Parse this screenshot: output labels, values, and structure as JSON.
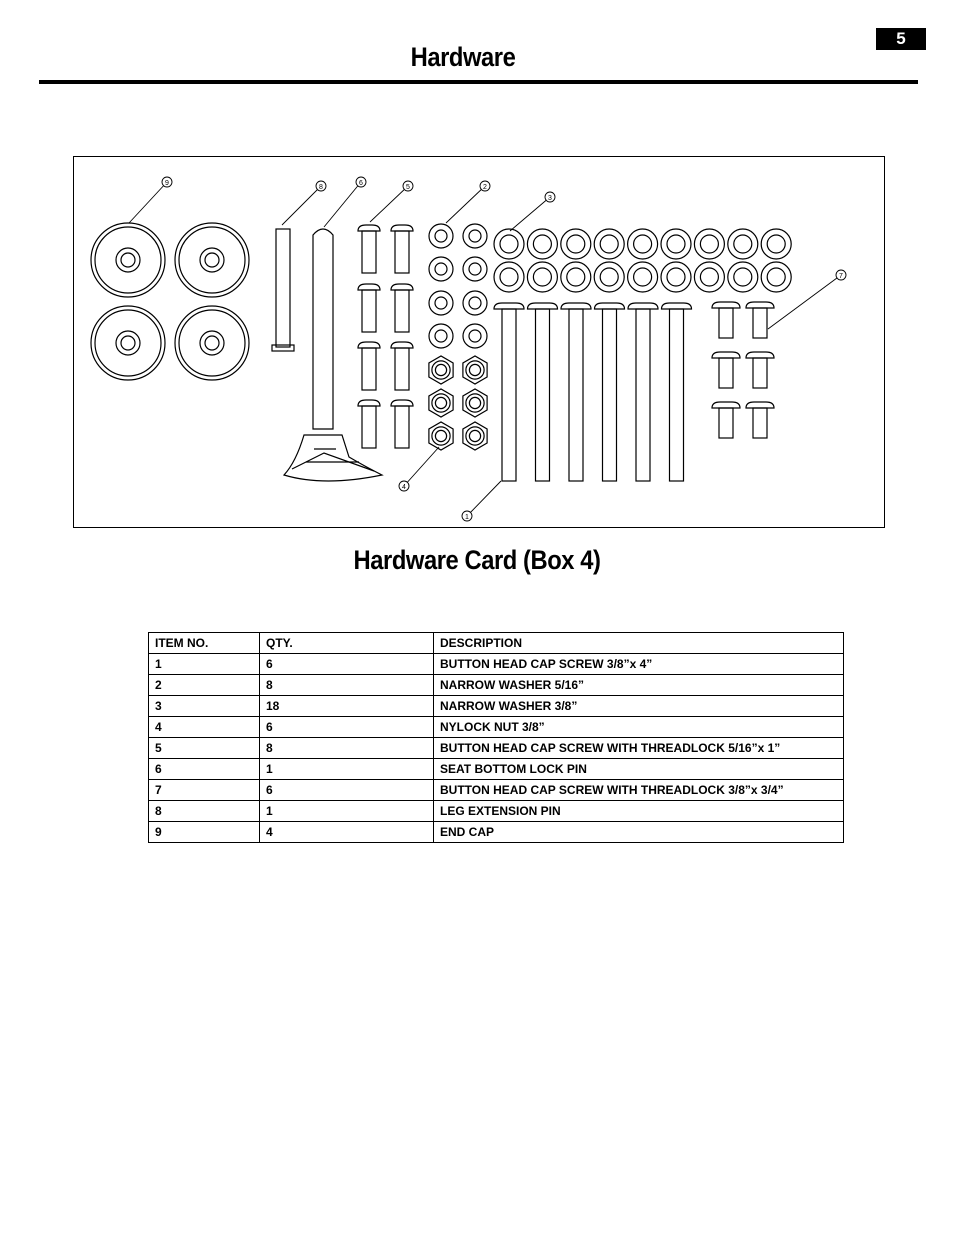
{
  "page": {
    "number": "5",
    "title": "Hardware",
    "card_title": "Hardware Card (Box 4)"
  },
  "figure": {
    "callouts": [
      "9",
      "8",
      "6",
      "5",
      "2",
      "3",
      "7",
      "4",
      "1"
    ]
  },
  "table": {
    "headers": [
      "ITEM NO.",
      "QTY.",
      "DESCRIPTION"
    ],
    "rows": [
      [
        "1",
        "6",
        "BUTTON HEAD CAP SCREW 3/8”x 4”"
      ],
      [
        "2",
        "8",
        "NARROW WASHER 5/16”"
      ],
      [
        "3",
        "18",
        "NARROW WASHER 3/8”"
      ],
      [
        "4",
        "6",
        "NYLOCK NUT 3/8”"
      ],
      [
        "5",
        "8",
        "BUTTON HEAD CAP SCREW WITH THREADLOCK 5/16”x 1”"
      ],
      [
        "6",
        "1",
        "SEAT BOTTOM LOCK PIN"
      ],
      [
        "7",
        "6",
        "BUTTON HEAD CAP SCREW WITH THREADLOCK 3/8”x 3/4”"
      ],
      [
        "8",
        "1",
        "LEG EXTENSION PIN"
      ],
      [
        "9",
        "4",
        "END CAP"
      ]
    ]
  }
}
